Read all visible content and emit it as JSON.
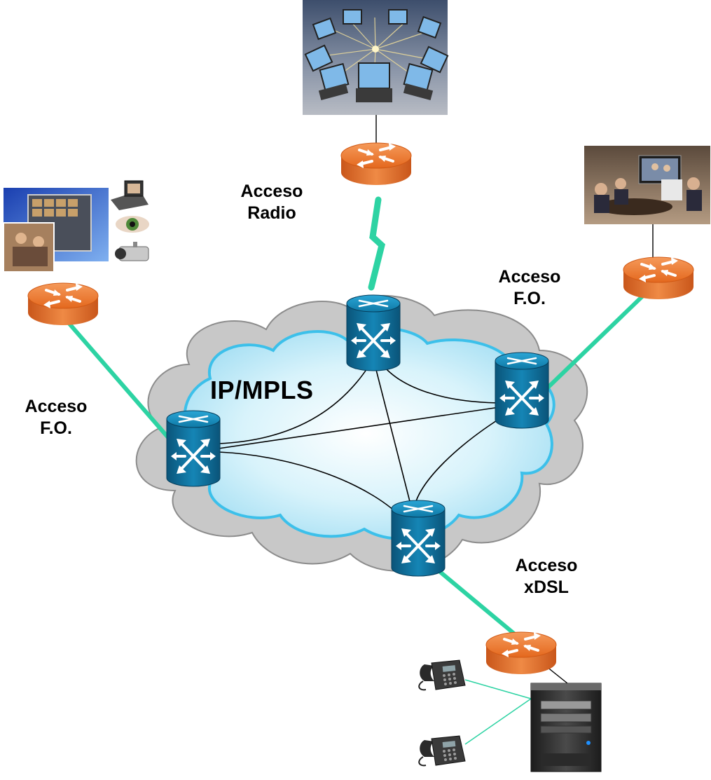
{
  "network": {
    "core_label": "IP/MPLS",
    "core_switch_count": 4,
    "access_router_count": 4
  },
  "access_links": {
    "radio": [
      "Acceso",
      "Radio"
    ],
    "fo_left": [
      "Acceso",
      "F.O."
    ],
    "fo_right": [
      "Acceso",
      "F.O."
    ],
    "xdsl": [
      "Acceso",
      "xDSL"
    ]
  },
  "endpoints": {
    "top": "laptops-circle-image",
    "left": "multimedia-surveillance-image",
    "right": "videoconference-room-image",
    "bottom": "telephones-and-pbx"
  },
  "colors": {
    "cloud_outer": "#c8c8c8",
    "cloud_inner": "#aee6f6",
    "cloud_edge": "#3cc0ea",
    "access_link": "#2dd3a3",
    "router": "#ec7a30",
    "switch": "#0e6f99"
  }
}
